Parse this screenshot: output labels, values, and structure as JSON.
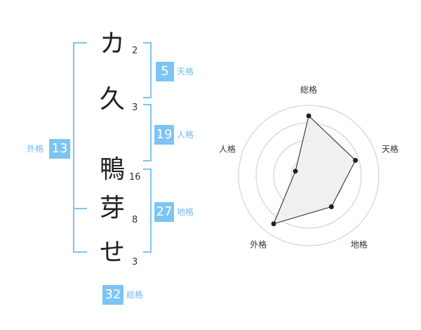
{
  "name": {
    "chars": [
      {
        "char": "カ",
        "strokes": "2"
      },
      {
        "char": "久",
        "strokes": "3"
      },
      {
        "char": "鴨",
        "strokes": "16"
      },
      {
        "char": "芽",
        "strokes": "8"
      },
      {
        "char": "せ",
        "strokes": "3"
      }
    ]
  },
  "kaku": {
    "tenkaku": {
      "value": "5",
      "label": "天格"
    },
    "jinkaku": {
      "value": "19",
      "label": "人格"
    },
    "chikaku": {
      "value": "27",
      "label": "地格"
    },
    "gaikaku": {
      "value": "13",
      "label": "外格"
    },
    "soukaku": {
      "value": "32",
      "label": "総格"
    }
  },
  "colors": {
    "accent": "#7cc4f4",
    "accent_text": "#6fb9ee",
    "radar_fill": "#eeeeee",
    "radar_line": "#222222",
    "ring": "#cccccc"
  },
  "chart_data": {
    "type": "radar",
    "axes": [
      "総格",
      "天格",
      "地格",
      "外格",
      "人格"
    ],
    "values": [
      0.85,
      0.7,
      0.55,
      0.85,
      0.2
    ],
    "rings": 4
  }
}
